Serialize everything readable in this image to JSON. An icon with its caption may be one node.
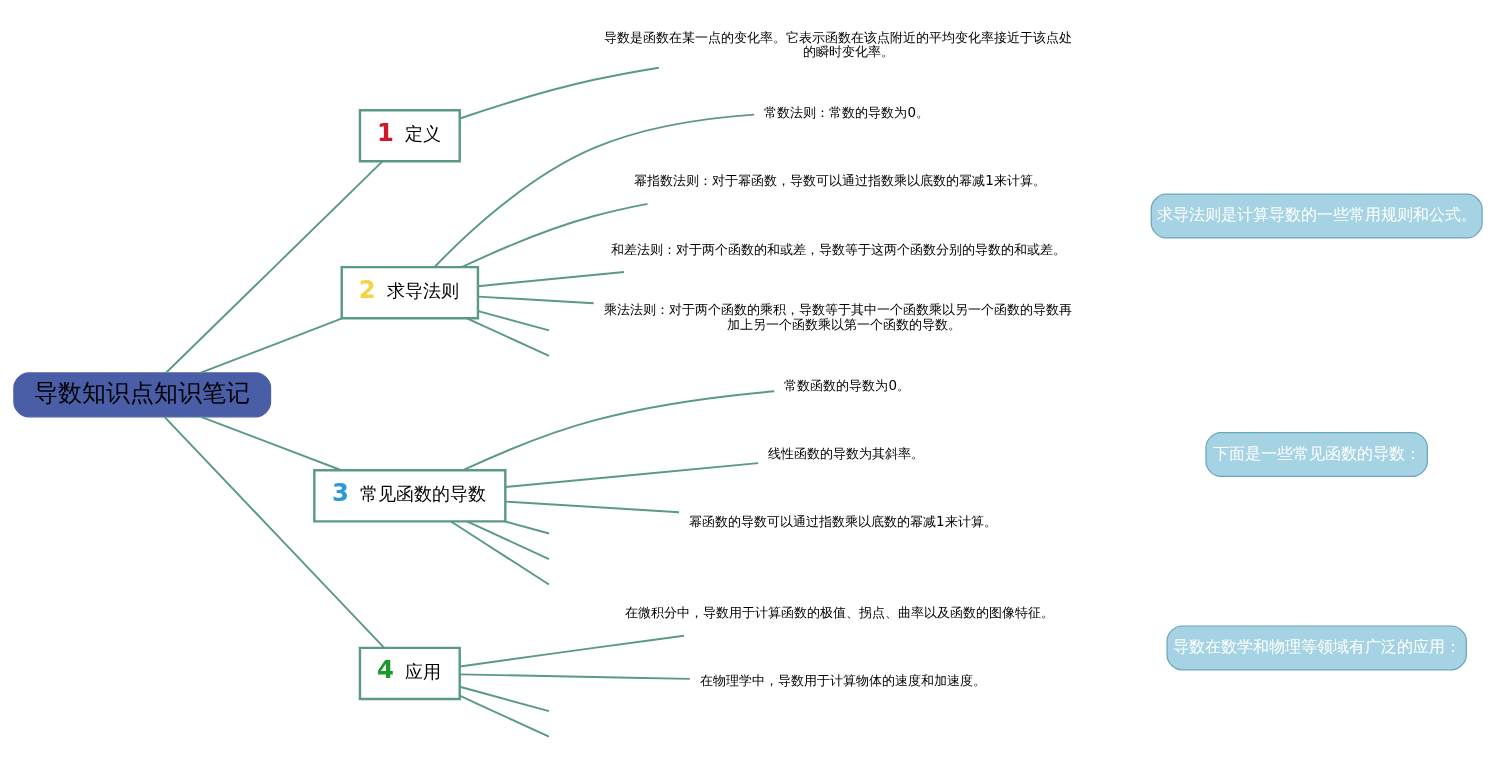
{
  "diagram": {
    "nodes": [
      {
        "text": [
          "导数知识点知识笔记"
        ]
      },
      {
        "text": [
          "1",
          "定义"
        ]
      },
      {
        "text": [
          "导数是函数在某一点的变化率。它表示函数在该点附近的平均变化率接近于该点处的瞬时变化率。"
        ]
      },
      {
        "text": [
          "2",
          "求导法则"
        ]
      },
      {
        "text": [
          "常数法则：常数的导数为0。"
        ]
      },
      {
        "text": [
          "幂指数法则：对于幂函数，导数可以通过指数乘以底数的幂减1来计算。"
        ]
      },
      {
        "text": [
          "和差法则：对于两个函数的和或差，导数等于这两个函数分别的导数的和或差。"
        ]
      },
      {
        "text": [
          "乘法法则：对于两个函数的乘积，导数等于其中一个函数乘以另一个函数的导数再加上另一个函数乘以第一个函数的导数。"
        ]
      },
      {
        "text": [
          "求导法则是计算导数的一些常用规则和公式。"
        ]
      },
      {
        "text": [
          "3",
          "常见函数的导数"
        ]
      },
      {
        "text": [
          "常数函数的导数为0。"
        ]
      },
      {
        "text": [
          "线性函数的导数为其斜率。"
        ]
      },
      {
        "text": [
          "幂函数的导数可以通过指数乘以底数的幂减1来计算。"
        ]
      },
      {
        "text": [
          "下面是一些常见函数的导数："
        ]
      },
      {
        "text": [
          "4",
          "应用"
        ]
      },
      {
        "text": [
          "在微积分中，导数用于计算函数的极值、拐点、曲率以及函数的图像特征。"
        ]
      },
      {
        "text": [
          "在物理学中，导数用于计算物体的速度和加速度。"
        ]
      },
      {
        "text": [
          "导数在数学和物理等领域有广泛的应用："
        ]
      }
    ],
    "edges": [
      {
        "from": 0,
        "to": 1,
        "arrow": "none"
      },
      {
        "from": 0,
        "to": 3,
        "arrow": "none"
      },
      {
        "from": 0,
        "to": 9,
        "arrow": "none"
      },
      {
        "from": 0,
        "to": 14,
        "arrow": "none"
      },
      {
        "from": 1,
        "to": 2,
        "arrow": "none"
      },
      {
        "from": 3,
        "to": 4,
        "arrow": "none"
      },
      {
        "from": 3,
        "to": 5,
        "arrow": "none"
      },
      {
        "from": 3,
        "to": 6,
        "arrow": "none"
      },
      {
        "from": 3,
        "to": 7,
        "arrow": "none"
      },
      {
        "from": 3,
        "to": null,
        "arrow": "none"
      },
      {
        "from": 3,
        "to": null,
        "arrow": "none"
      },
      {
        "from": 9,
        "to": 10,
        "arrow": "none"
      },
      {
        "from": 9,
        "to": 11,
        "arrow": "none"
      },
      {
        "from": 9,
        "to": 12,
        "arrow": "none"
      },
      {
        "from": 9,
        "to": null,
        "arrow": "none"
      },
      {
        "from": 9,
        "to": null,
        "arrow": "none"
      },
      {
        "from": 9,
        "to": null,
        "arrow": "none"
      },
      {
        "from": 14,
        "to": 15,
        "arrow": "none"
      },
      {
        "from": 14,
        "to": 16,
        "arrow": "none"
      },
      {
        "from": 14,
        "to": null,
        "arrow": "none"
      },
      {
        "from": 14,
        "to": null,
        "arrow": "none"
      }
    ]
  }
}
